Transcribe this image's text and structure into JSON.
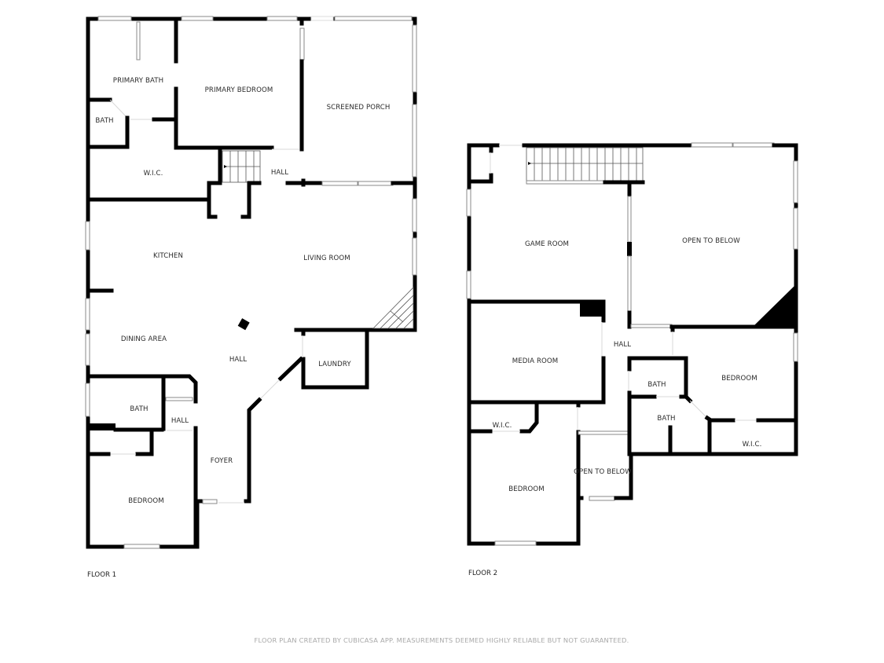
{
  "floors": [
    {
      "label": "FLOOR 1",
      "rooms": {
        "primary_bath": "PRIMARY BATH",
        "primary_bedroom": "PRIMARY BEDROOM",
        "screened_porch": "SCREENED PORCH",
        "bath_small": "BATH",
        "wic": "W.I.C.",
        "hall_upper": "HALL",
        "kitchen": "KITCHEN",
        "living_room": "LIVING ROOM",
        "dining_area": "DINING AREA",
        "hall_center": "HALL",
        "laundry": "LAUNDRY",
        "bath_lower": "BATH",
        "hall_lower": "HALL",
        "foyer": "FOYER",
        "bedroom": "BEDROOM"
      }
    },
    {
      "label": "FLOOR 2",
      "rooms": {
        "game_room": "GAME ROOM",
        "open_to_below_large": "OPEN TO BELOW",
        "media_room": "MEDIA ROOM",
        "hall": "HALL",
        "bath_upper": "BATH",
        "bedroom_right": "BEDROOM",
        "bath_lower": "BATH",
        "wic_left": "W.I.C.",
        "wic_right": "W.I.C.",
        "bedroom_left": "BEDROOM",
        "open_to_below_small": "OPEN TO BELOW"
      }
    }
  ],
  "footer": {
    "disclaimer": "FLOOR PLAN CREATED BY CUBICASA APP. MEASUREMENTS DEEMED HIGHLY RELIABLE BUT NOT GUARANTEED."
  },
  "colors": {
    "wall": "#000000",
    "window": "#8a8a8a",
    "label": "#2a2a2a",
    "footer": "#a8a8a8"
  }
}
